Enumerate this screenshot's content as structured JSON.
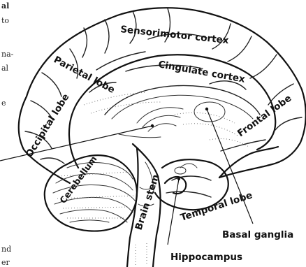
{
  "page_fragments": {
    "left": [
      "al",
      "to",
      "na-",
      "al",
      "e"
    ],
    "bottom_left": [
      "nd",
      "er"
    ]
  },
  "labels": {
    "sensorimotor_cortex": "Sensorimotor cortex",
    "cingulate_cortex": "Cingulate cortex",
    "parietal_lobe": "Parietal lobe",
    "occipital_lobe": "Occipital lobe",
    "frontal_lobe": "Frontal lobe",
    "cerebellum": "Cerebellum",
    "brain_stem": "Brain stem",
    "temporal_lobe": "Temporal lobe",
    "basal_ganglia": "Basal ganglia",
    "hippocampus": "Hippocampus"
  }
}
